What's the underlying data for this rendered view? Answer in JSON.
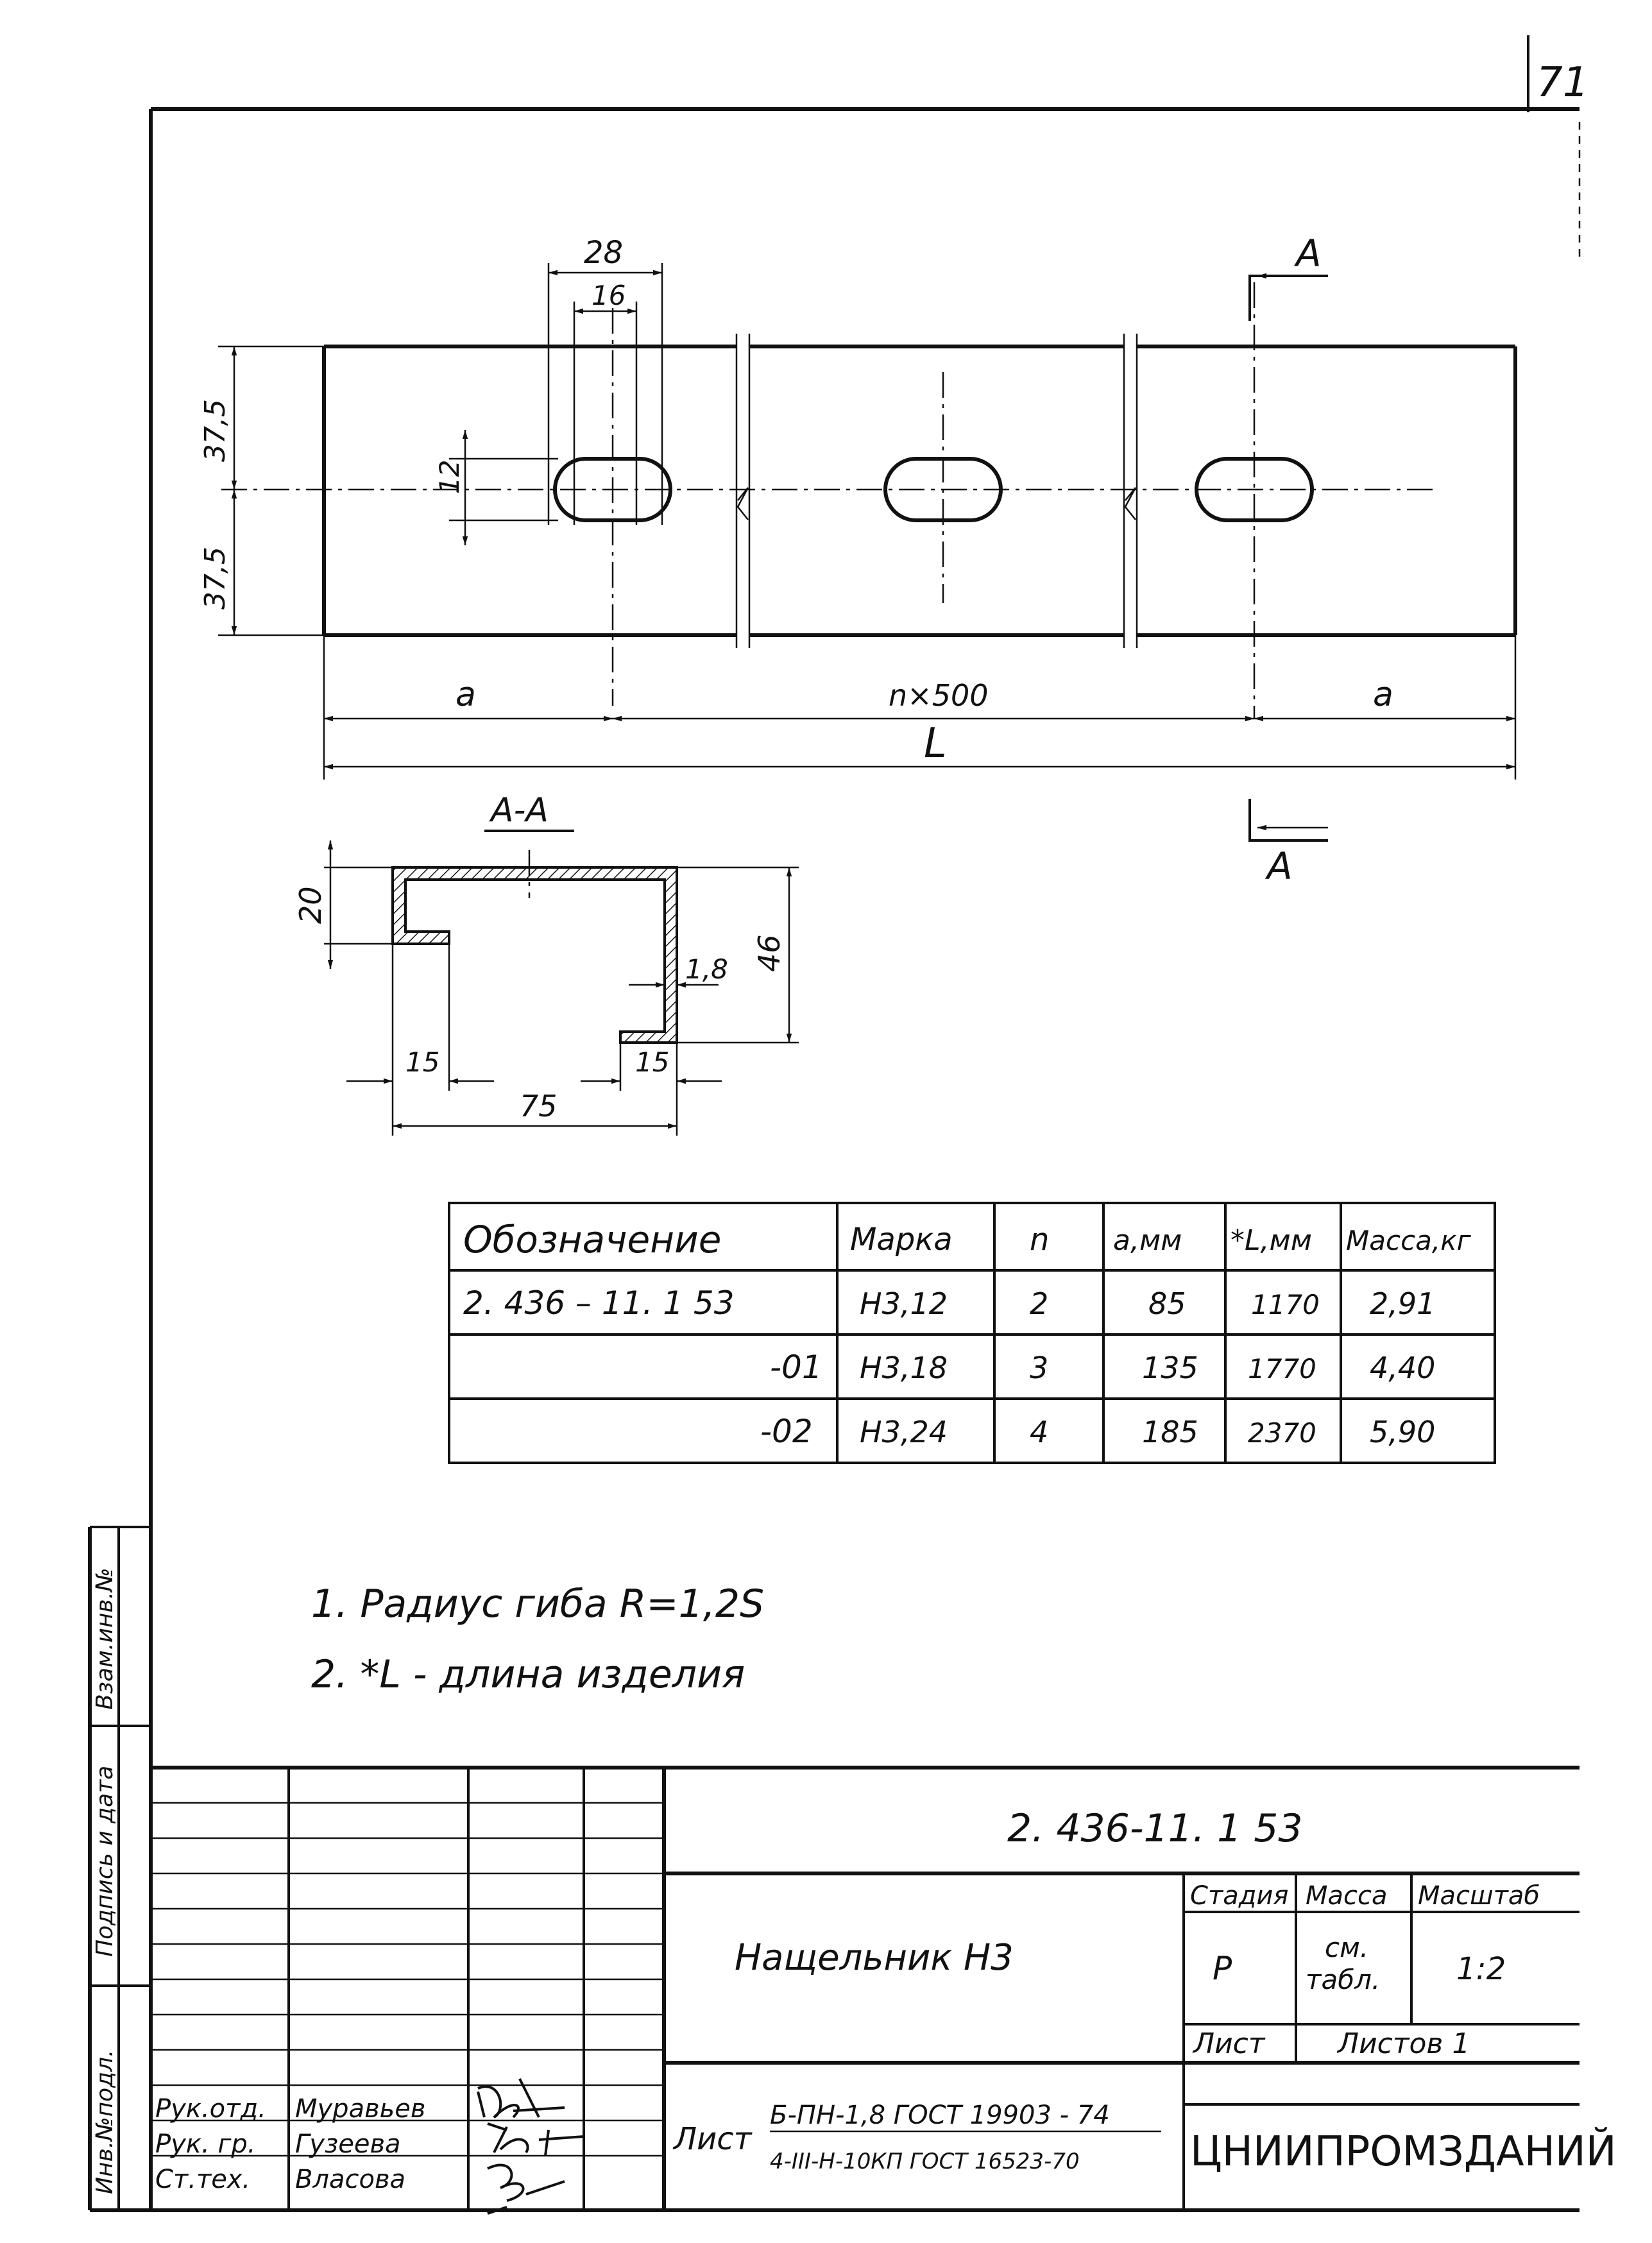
{
  "page_number": "71",
  "drawing": {
    "plan": {
      "dim_slot_outer": "28",
      "dim_slot_inner": "16",
      "dim_slot_height": "12",
      "dim_half_top": "37,5",
      "dim_half_bottom": "37,5",
      "dim_a_left": "a",
      "dim_pitch": "n×500",
      "dim_a_right": "a",
      "dim_total": "L",
      "section_mark_top": "A",
      "section_mark_bottom": "A"
    },
    "section": {
      "title": "А-А",
      "dim_flange_height": "20",
      "dim_height": "46",
      "dim_thickness": "1,8",
      "dim_left_flange": "15",
      "dim_right_flange": "15",
      "dim_width": "75"
    }
  },
  "table": {
    "headers": [
      "Обозначение",
      "Марка",
      "n",
      "a,мм",
      "*L,мм",
      "Масса,кг"
    ],
    "rows": [
      [
        "2. 436 – 11. 1 53",
        "Н3,12",
        "2",
        "85",
        "1170",
        "2,91"
      ],
      [
        "-01",
        "Н3,18",
        "3",
        "135",
        "1770",
        "4,40"
      ],
      [
        "-02",
        "Н3,24",
        "4",
        "185",
        "2370",
        "5,90"
      ]
    ]
  },
  "notes": [
    "1. Радиус гиба R=1,2S",
    "2. *L - длина изделия"
  ],
  "side_stamp": {
    "labels": [
      "Инв.№подл.",
      "Подпись и дата",
      "Взам.инв.№"
    ]
  },
  "title_block": {
    "designation": "2. 436-11. 1 53",
    "name": "Нащельник Н3",
    "stage_label": "Стадия",
    "mass_label": "Масса",
    "scale_label": "Масштаб",
    "stage_value": "Р",
    "mass_value_1": "см.",
    "mass_value_2": "табл.",
    "scale_value": "1:2",
    "sheet_label": "Лист",
    "sheets_label": "Листов 1",
    "material_prefix": "Лист",
    "material_line1": "Б-ПН-1,8 ГОСТ 19903 - 74",
    "material_line2": "4-III-Н-10КП ГОСТ 16523-70",
    "organization": "ЦНИИПРОМЗДАНИЙ",
    "people": [
      {
        "role": "Рук.отд.",
        "name": "Муравьев"
      },
      {
        "role": "Рук. гр.",
        "name": "Гузеева"
      },
      {
        "role": "Ст.тех.",
        "name": "Власова"
      }
    ]
  }
}
